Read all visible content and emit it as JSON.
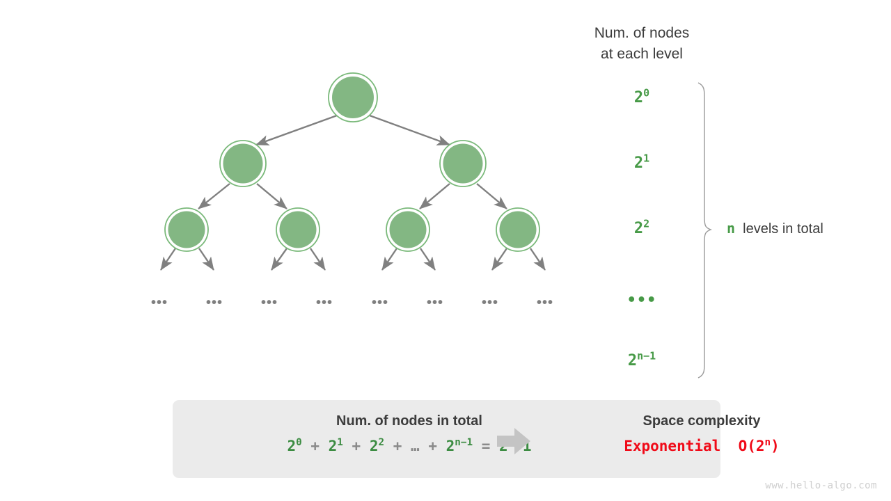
{
  "diagram": {
    "title_lines": [
      "Num. of nodes",
      "at each level"
    ],
    "node_color": "#83b783",
    "node_ring_color": "#7ab97a",
    "edge_color": "#808080",
    "green_text": "#479a47",
    "red_text": "#f00a18",
    "panel_bg": "#ebebeb",
    "tree": {
      "levels": [
        {
          "level": 1,
          "count_label": "2",
          "exponent": "0",
          "nodes": 1,
          "radius": 36
        },
        {
          "level": 2,
          "count_label": "2",
          "exponent": "1",
          "nodes": 2,
          "radius": 34
        },
        {
          "level": 3,
          "count_label": "2",
          "exponent": "2",
          "nodes": 4,
          "radius": 32
        },
        {
          "level": 4,
          "count_label": "…",
          "exponent": "",
          "nodes": 8,
          "radius": 0
        },
        {
          "level": 5,
          "count_label": "2",
          "exponent": "n−1",
          "nodes": 0,
          "radius": 0
        }
      ],
      "ellipsis_glyph": "•••",
      "ellipsis_count": 8
    },
    "level_labels": [
      {
        "base": "2",
        "exp": "0"
      },
      {
        "base": "2",
        "exp": "1"
      },
      {
        "base": "2",
        "exp": "2"
      },
      {
        "base": "•••",
        "exp": ""
      },
      {
        "base": "2",
        "exp": "n−1"
      }
    ],
    "brace_total": {
      "variable": "n",
      "text": "levels in total"
    }
  },
  "summary": {
    "left": {
      "title": "Num. of nodes in total",
      "formula_parts": [
        {
          "t": "2",
          "sup": "0",
          "cls": "g"
        },
        {
          "t": " + ",
          "cls": "op"
        },
        {
          "t": "2",
          "sup": "1",
          "cls": "g"
        },
        {
          "t": " + ",
          "cls": "op"
        },
        {
          "t": "2",
          "sup": "2",
          "cls": "g"
        },
        {
          "t": " + ",
          "cls": "op"
        },
        {
          "t": "…",
          "cls": "op"
        },
        {
          "t": " + ",
          "cls": "op"
        },
        {
          "t": "2",
          "sup": "n−1",
          "cls": "g"
        },
        {
          "t": " = ",
          "cls": "op"
        },
        {
          "t": "2",
          "sup": "n",
          "cls": "g"
        },
        {
          "t": "−1",
          "cls": "g"
        }
      ]
    },
    "arrow": "right-arrow-icon",
    "right": {
      "title": "Space complexity",
      "answer_label": "Exponential",
      "answer_notation": "O(2",
      "answer_exp": "n",
      "answer_close": ")"
    }
  },
  "watermark": "www.hello-algo.com"
}
